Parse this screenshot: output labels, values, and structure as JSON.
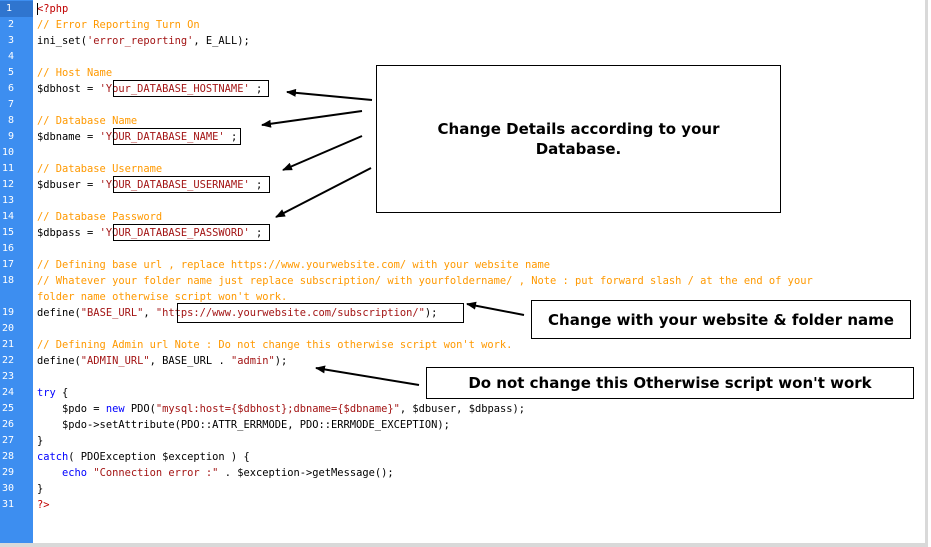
{
  "editor": {
    "lines": [
      {
        "n": "1",
        "segs": [
          {
            "c": "ph",
            "t": "<?php"
          }
        ]
      },
      {
        "n": "2",
        "segs": [
          {
            "c": "cm",
            "t": "// Error Reporting Turn On"
          }
        ]
      },
      {
        "n": "3",
        "segs": [
          {
            "c": "vr",
            "t": "ini_set("
          },
          {
            "c": "st",
            "t": "'error_reporting'"
          },
          {
            "c": "vr",
            "t": ", E_ALL);"
          }
        ]
      },
      {
        "n": "4",
        "segs": []
      },
      {
        "n": "5",
        "segs": [
          {
            "c": "cm",
            "t": "// Host Name"
          }
        ]
      },
      {
        "n": "6",
        "segs": [
          {
            "c": "vr",
            "t": "$dbhost = "
          },
          {
            "c": "st",
            "t": "'Your_DATABASE_HOSTNAME'"
          },
          {
            "c": "vr",
            "t": " ;"
          }
        ]
      },
      {
        "n": "7",
        "segs": []
      },
      {
        "n": "8",
        "segs": [
          {
            "c": "cm",
            "t": "// Database Name"
          }
        ]
      },
      {
        "n": "9",
        "segs": [
          {
            "c": "vr",
            "t": "$dbname = "
          },
          {
            "c": "st",
            "t": "'YOUR_DATABASE_NAME'"
          },
          {
            "c": "vr",
            "t": " ;"
          }
        ]
      },
      {
        "n": "10",
        "segs": []
      },
      {
        "n": "11",
        "segs": [
          {
            "c": "cm",
            "t": "// Database Username"
          }
        ]
      },
      {
        "n": "12",
        "segs": [
          {
            "c": "vr",
            "t": "$dbuser = "
          },
          {
            "c": "st",
            "t": "'YOUR_DATABASE_USERNAME'"
          },
          {
            "c": "vr",
            "t": " ;"
          }
        ]
      },
      {
        "n": "13",
        "segs": []
      },
      {
        "n": "14",
        "segs": [
          {
            "c": "cm",
            "t": "// Database Password"
          }
        ]
      },
      {
        "n": "15",
        "segs": [
          {
            "c": "vr",
            "t": "$dbpass = "
          },
          {
            "c": "st",
            "t": "'YOUR_DATABASE_PASSWORD'"
          },
          {
            "c": "vr",
            "t": " ;"
          }
        ]
      },
      {
        "n": "16",
        "segs": []
      },
      {
        "n": "17",
        "segs": [
          {
            "c": "cm",
            "t": "// Defining base url , replace https://www.yourwebsite.com/ with your website name"
          }
        ]
      },
      {
        "n": "18",
        "segs": [
          {
            "c": "cm",
            "t": "// Whatever your folder name just replace subscription/ with yourfoldername/ , Note : put forward slash / at the end of your"
          }
        ]
      },
      {
        "n": "",
        "segs": [
          {
            "c": "cm",
            "t": "folder name otherwise script won't work."
          }
        ]
      },
      {
        "n": "19",
        "segs": [
          {
            "c": "vr",
            "t": "define("
          },
          {
            "c": "st",
            "t": "\"BASE_URL\""
          },
          {
            "c": "vr",
            "t": ", "
          },
          {
            "c": "st",
            "t": "\"https://www.yourwebsite.com/subscription/\""
          },
          {
            "c": "vr",
            "t": ");"
          }
        ]
      },
      {
        "n": "20",
        "segs": []
      },
      {
        "n": "21",
        "segs": [
          {
            "c": "cm",
            "t": "// Defining Admin url Note : Do not change this otherwise script won't work."
          }
        ]
      },
      {
        "n": "22",
        "segs": [
          {
            "c": "vr",
            "t": "define("
          },
          {
            "c": "st",
            "t": "\"ADMIN_URL\""
          },
          {
            "c": "vr",
            "t": ", BASE_URL . "
          },
          {
            "c": "st",
            "t": "\"admin\""
          },
          {
            "c": "vr",
            "t": ");"
          }
        ]
      },
      {
        "n": "23",
        "segs": []
      },
      {
        "n": "24",
        "segs": [
          {
            "c": "kw",
            "t": "try"
          },
          {
            "c": "vr",
            "t": " {"
          }
        ]
      },
      {
        "n": "25",
        "segs": [
          {
            "c": "vr",
            "t": "    $pdo = "
          },
          {
            "c": "kw",
            "t": "new"
          },
          {
            "c": "vr",
            "t": " PDO("
          },
          {
            "c": "st",
            "t": "\"mysql:host={$dbhost};dbname={$dbname}\""
          },
          {
            "c": "vr",
            "t": ", $dbuser, $dbpass);"
          }
        ]
      },
      {
        "n": "26",
        "segs": [
          {
            "c": "vr",
            "t": "    $pdo->setAttribute(PDO::ATTR_ERRMODE, PDO::ERRMODE_EXCEPTION);"
          }
        ]
      },
      {
        "n": "27",
        "segs": [
          {
            "c": "vr",
            "t": "}"
          }
        ]
      },
      {
        "n": "28",
        "segs": [
          {
            "c": "kw",
            "t": "catch"
          },
          {
            "c": "vr",
            "t": "( PDOException $exception ) {"
          }
        ]
      },
      {
        "n": "29",
        "segs": [
          {
            "c": "vr",
            "t": "    "
          },
          {
            "c": "kw",
            "t": "echo"
          },
          {
            "c": "vr",
            "t": " "
          },
          {
            "c": "st",
            "t": "\"Connection error :\""
          },
          {
            "c": "vr",
            "t": " . $exception->getMessage();"
          }
        ]
      },
      {
        "n": "30",
        "segs": [
          {
            "c": "vr",
            "t": "}"
          }
        ]
      },
      {
        "n": "31",
        "segs": [
          {
            "c": "ph",
            "t": "?>"
          }
        ]
      }
    ]
  },
  "annotations": {
    "database_note": "Change Details according to your Database.",
    "website_note": "Change with your website & folder name",
    "admin_note": "Do not change this Otherwise script won't work"
  }
}
